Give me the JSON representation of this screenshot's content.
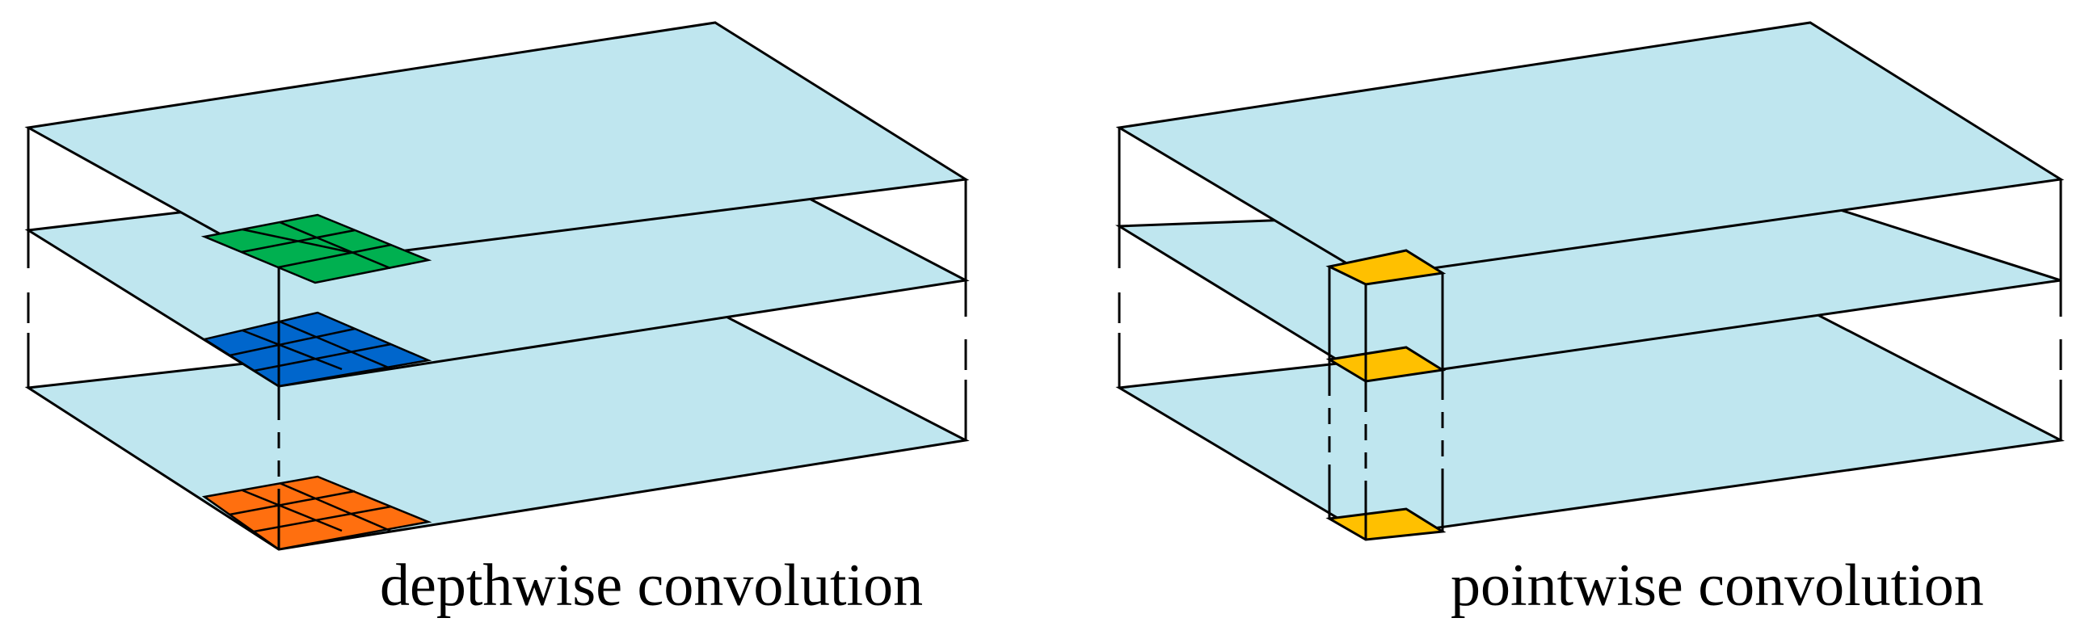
{
  "captions": {
    "depthwise": "depthwise convolution",
    "pointwise": "pointwise convolution"
  },
  "colors": {
    "plane_fill": "#bfe6ef",
    "edge": "#000000",
    "kernel_top": "#00b050",
    "kernel_middle": "#0066cc",
    "kernel_bottom": "#ff6f0f",
    "pointwise_kernel": "#ffc000"
  },
  "diagrams": {
    "depthwise": {
      "layers": 3,
      "kernel_grid": "3x3"
    },
    "pointwise": {
      "layers": 3,
      "kernel_grid": "1x1"
    }
  }
}
